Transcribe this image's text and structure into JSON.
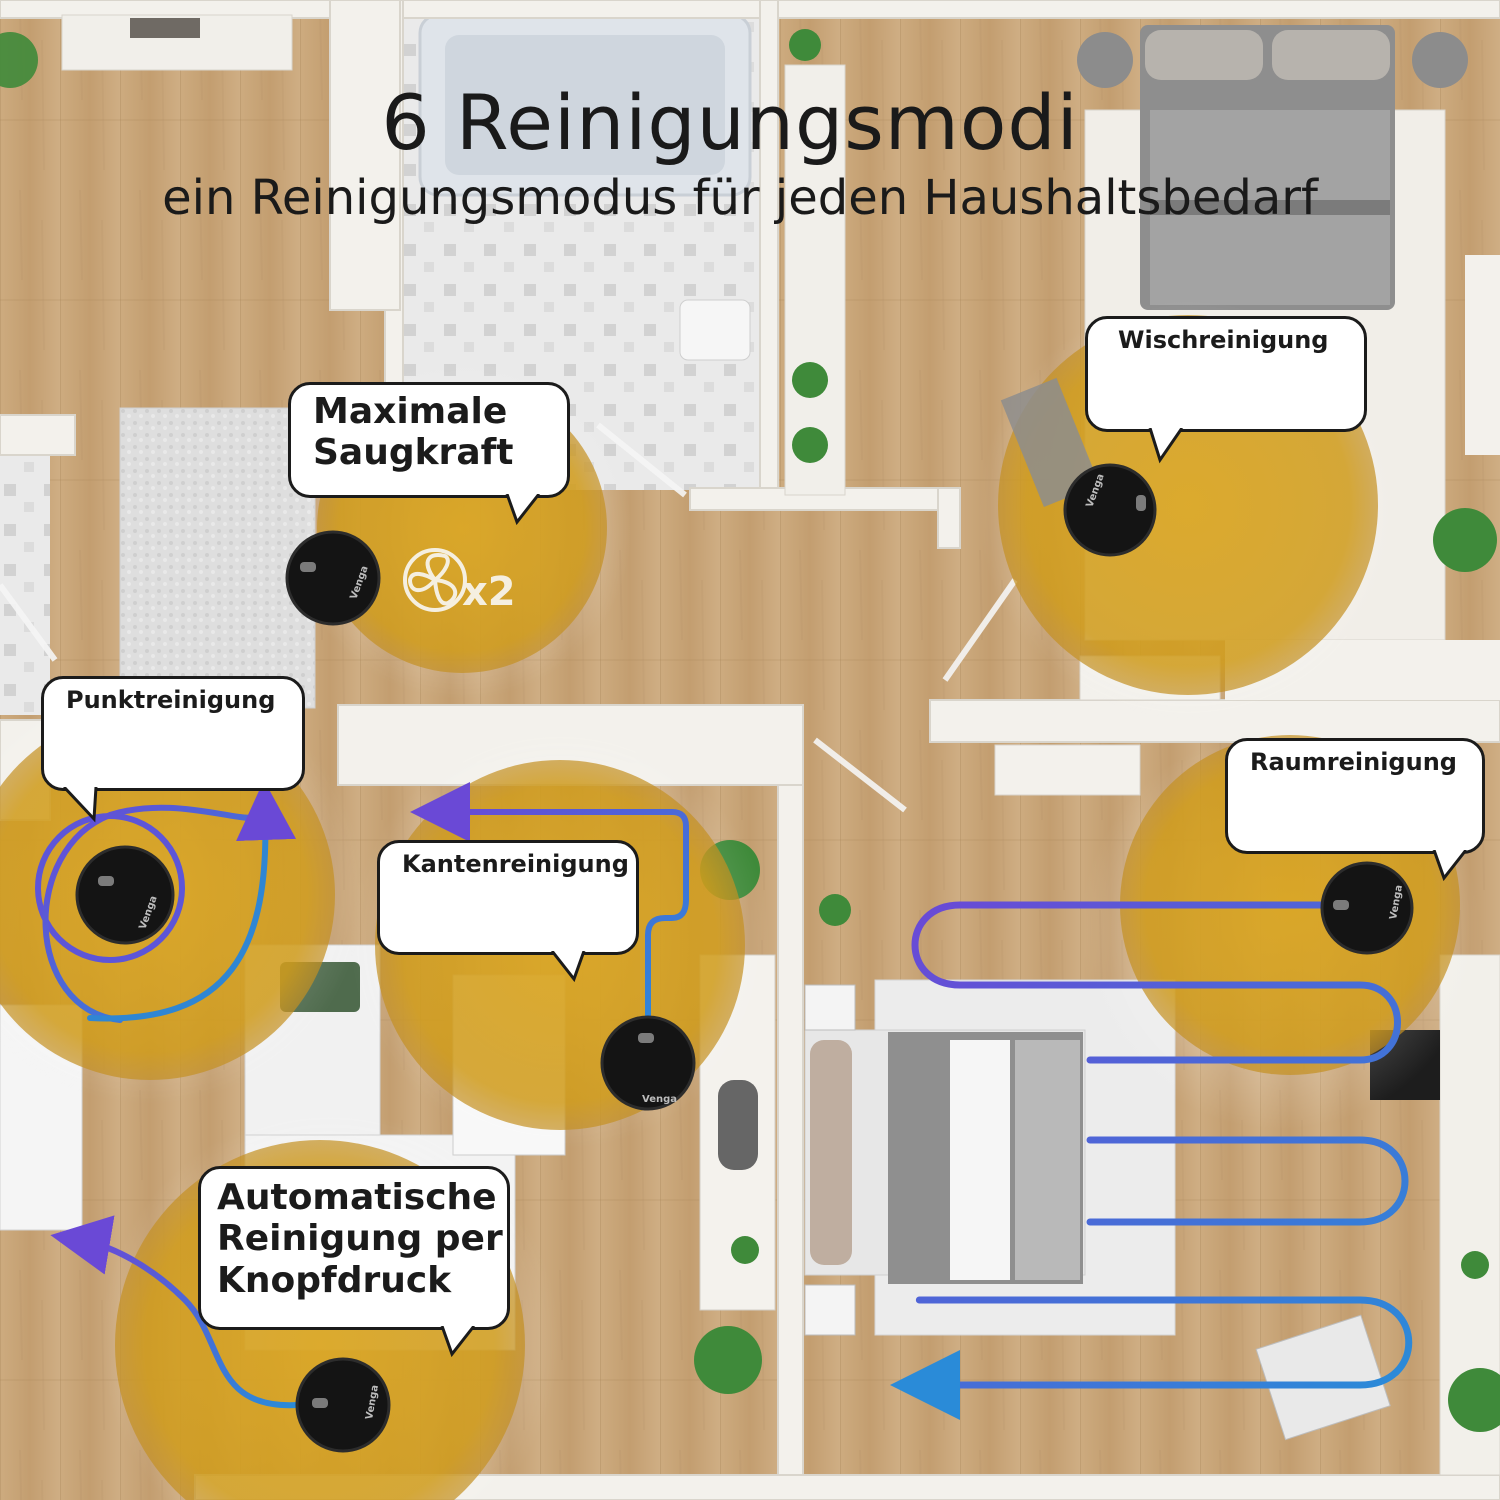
{
  "header": {
    "title": "6 Reinigungsmodi",
    "subtitle": "ein Reinigungsmodus für jeden Haushaltsbedarf"
  },
  "modes": [
    {
      "label": "Maximale Saugkraft"
    },
    {
      "label": "Wischreinigung"
    },
    {
      "label": "Punktreinigung"
    },
    {
      "label": "Kantenreinigung"
    },
    {
      "label": "Raumreinigung"
    },
    {
      "label": "Automatische Reinigung per Knopfdruck"
    }
  ],
  "badge": {
    "text": "x2",
    "icon": "fan-icon"
  },
  "robot": {
    "brand": "Venga"
  },
  "colors": {
    "floor_wood": "#c9a577",
    "spot_highlight": "#d9a31c",
    "wall": "#f3f1ec",
    "path_start": "#6a49d6",
    "path_end": "#2a8bd8",
    "robot_body": "#141414",
    "rug": "#dcdcdc"
  }
}
